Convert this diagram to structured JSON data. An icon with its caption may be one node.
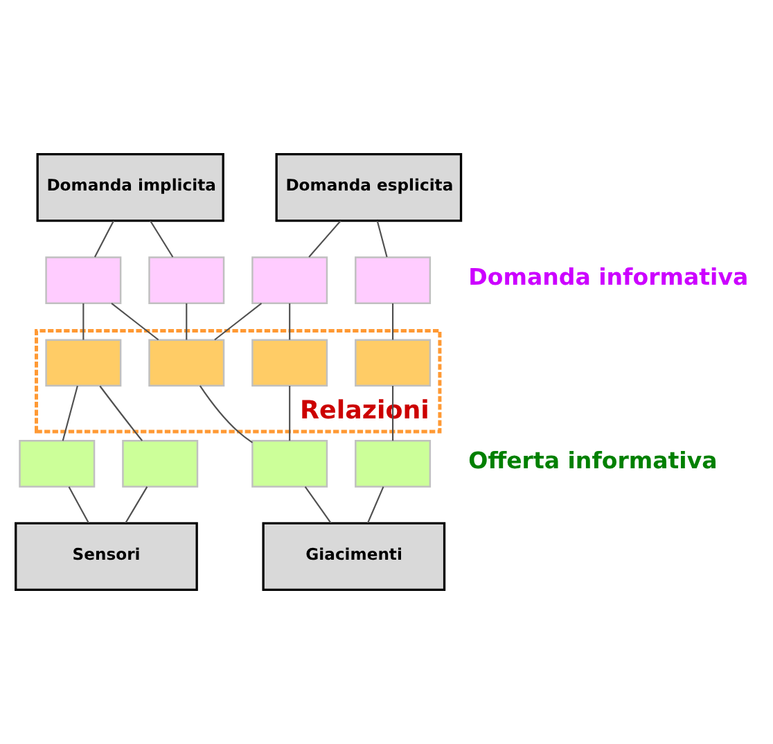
{
  "diagram": {
    "nodes": [
      {
        "text": [
          "Domanda implicita"
        ]
      },
      {
        "text": [
          "Domanda esplicita"
        ]
      },
      {
        "text": [],
        "shape": "box"
      },
      {
        "text": [],
        "shape": "box"
      },
      {
        "text": [],
        "shape": "box"
      },
      {
        "text": [],
        "shape": "box"
      },
      {
        "text": [
          "Relazioni"
        ]
      },
      {
        "text": [],
        "shape": "box",
        "in": 6
      },
      {
        "text": [],
        "shape": "box",
        "in": 6
      },
      {
        "text": [],
        "shape": "box",
        "in": 6
      },
      {
        "text": [],
        "shape": "box",
        "in": 6
      },
      {
        "text": [],
        "shape": "box"
      },
      {
        "text": [],
        "shape": "box"
      },
      {
        "text": [],
        "shape": "box"
      },
      {
        "text": [],
        "shape": "box"
      },
      {
        "text": [
          "Sensori"
        ]
      },
      {
        "text": [
          "Giacimenti"
        ]
      }
    ],
    "edges": [
      {
        "from": 0,
        "to": 2,
        "arrow": "none"
      },
      {
        "from": 0,
        "to": 3,
        "arrow": "none"
      },
      {
        "from": 1,
        "to": 4,
        "arrow": "none"
      },
      {
        "from": 1,
        "to": 5,
        "arrow": "none"
      },
      {
        "from": 2,
        "to": 7,
        "arrow": "none"
      },
      {
        "from": 2,
        "to": 8,
        "arrow": "none"
      },
      {
        "from": 3,
        "to": 8,
        "arrow": "none"
      },
      {
        "from": 4,
        "to": 8,
        "arrow": "none"
      },
      {
        "from": 4,
        "to": 9,
        "arrow": "none"
      },
      {
        "from": 5,
        "to": 10,
        "arrow": "none"
      },
      {
        "from": 7,
        "to": 11,
        "arrow": "none"
      },
      {
        "from": 7,
        "to": 12,
        "arrow": "none"
      },
      {
        "from": 8,
        "to": 13,
        "arrow": "none"
      },
      {
        "from": 9,
        "to": 13,
        "arrow": "none"
      },
      {
        "from": 10,
        "to": 14,
        "arrow": "none"
      },
      {
        "from": 11,
        "to": 15,
        "arrow": "none"
      },
      {
        "from": 12,
        "to": 15,
        "arrow": "none"
      },
      {
        "from": 13,
        "to": 16,
        "arrow": "none"
      },
      {
        "from": 14,
        "to": 16,
        "arrow": "none"
      }
    ],
    "labels": [
      "Domanda informativa",
      "Offerta informativa"
    ]
  }
}
